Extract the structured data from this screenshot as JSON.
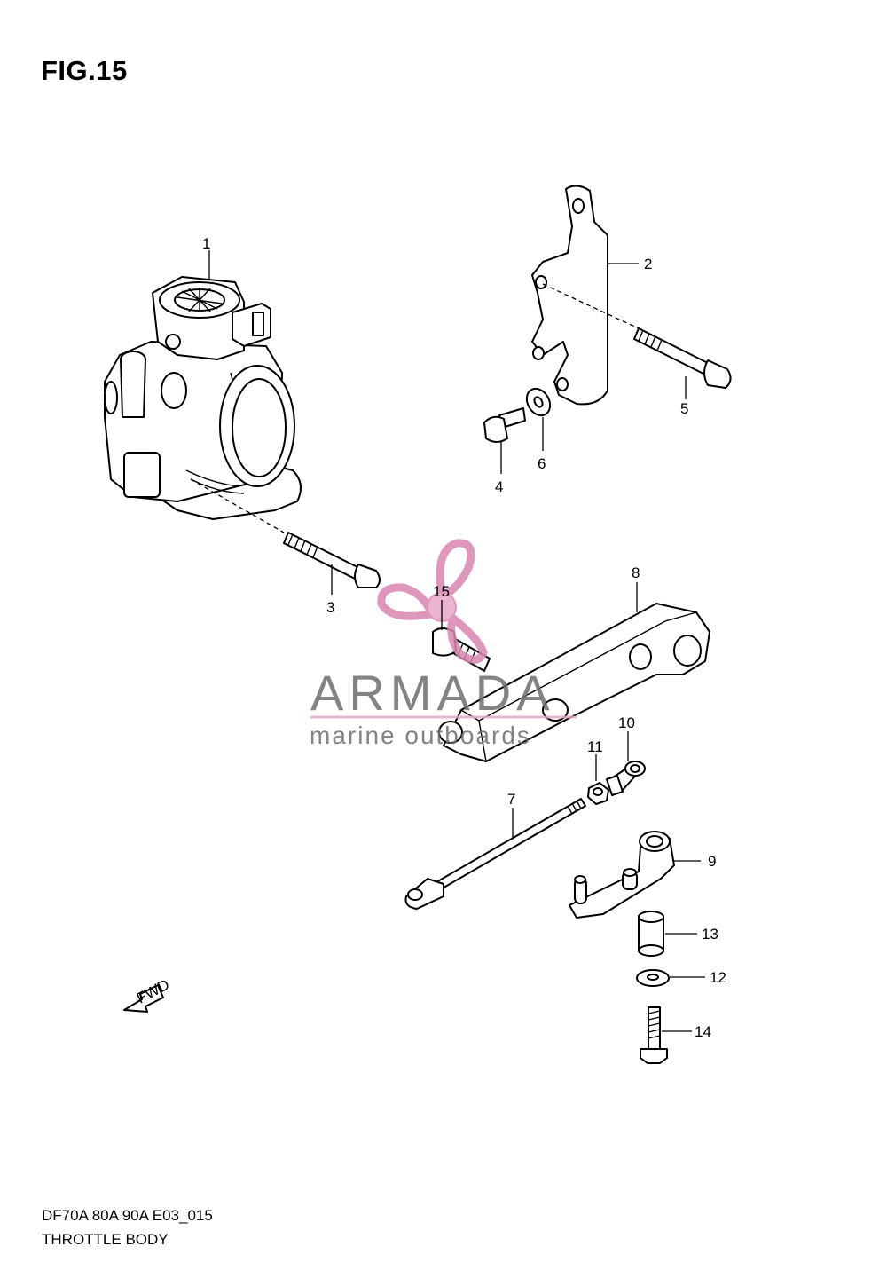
{
  "figure": {
    "title": "FIG.15",
    "model_code": "DF70A 80A 90A E03_015",
    "section_name": "THROTTLE BODY"
  },
  "watermark": {
    "brand": "ARMADA",
    "tagline": "marine outboards",
    "logo_icon": "propeller-icon",
    "colors": {
      "logo": "#e8a9c8",
      "text": "#6e6e6e",
      "underline": "#e8a9c8"
    }
  },
  "direction_marker": {
    "label": "FWD",
    "icon": "forward-arrow-icon"
  },
  "parts": [
    {
      "ref": "1"
    },
    {
      "ref": "2"
    },
    {
      "ref": "3"
    },
    {
      "ref": "4"
    },
    {
      "ref": "5"
    },
    {
      "ref": "6"
    },
    {
      "ref": "7"
    },
    {
      "ref": "8"
    },
    {
      "ref": "9"
    },
    {
      "ref": "10"
    },
    {
      "ref": "11"
    },
    {
      "ref": "12"
    },
    {
      "ref": "13"
    },
    {
      "ref": "14"
    },
    {
      "ref": "15"
    }
  ]
}
